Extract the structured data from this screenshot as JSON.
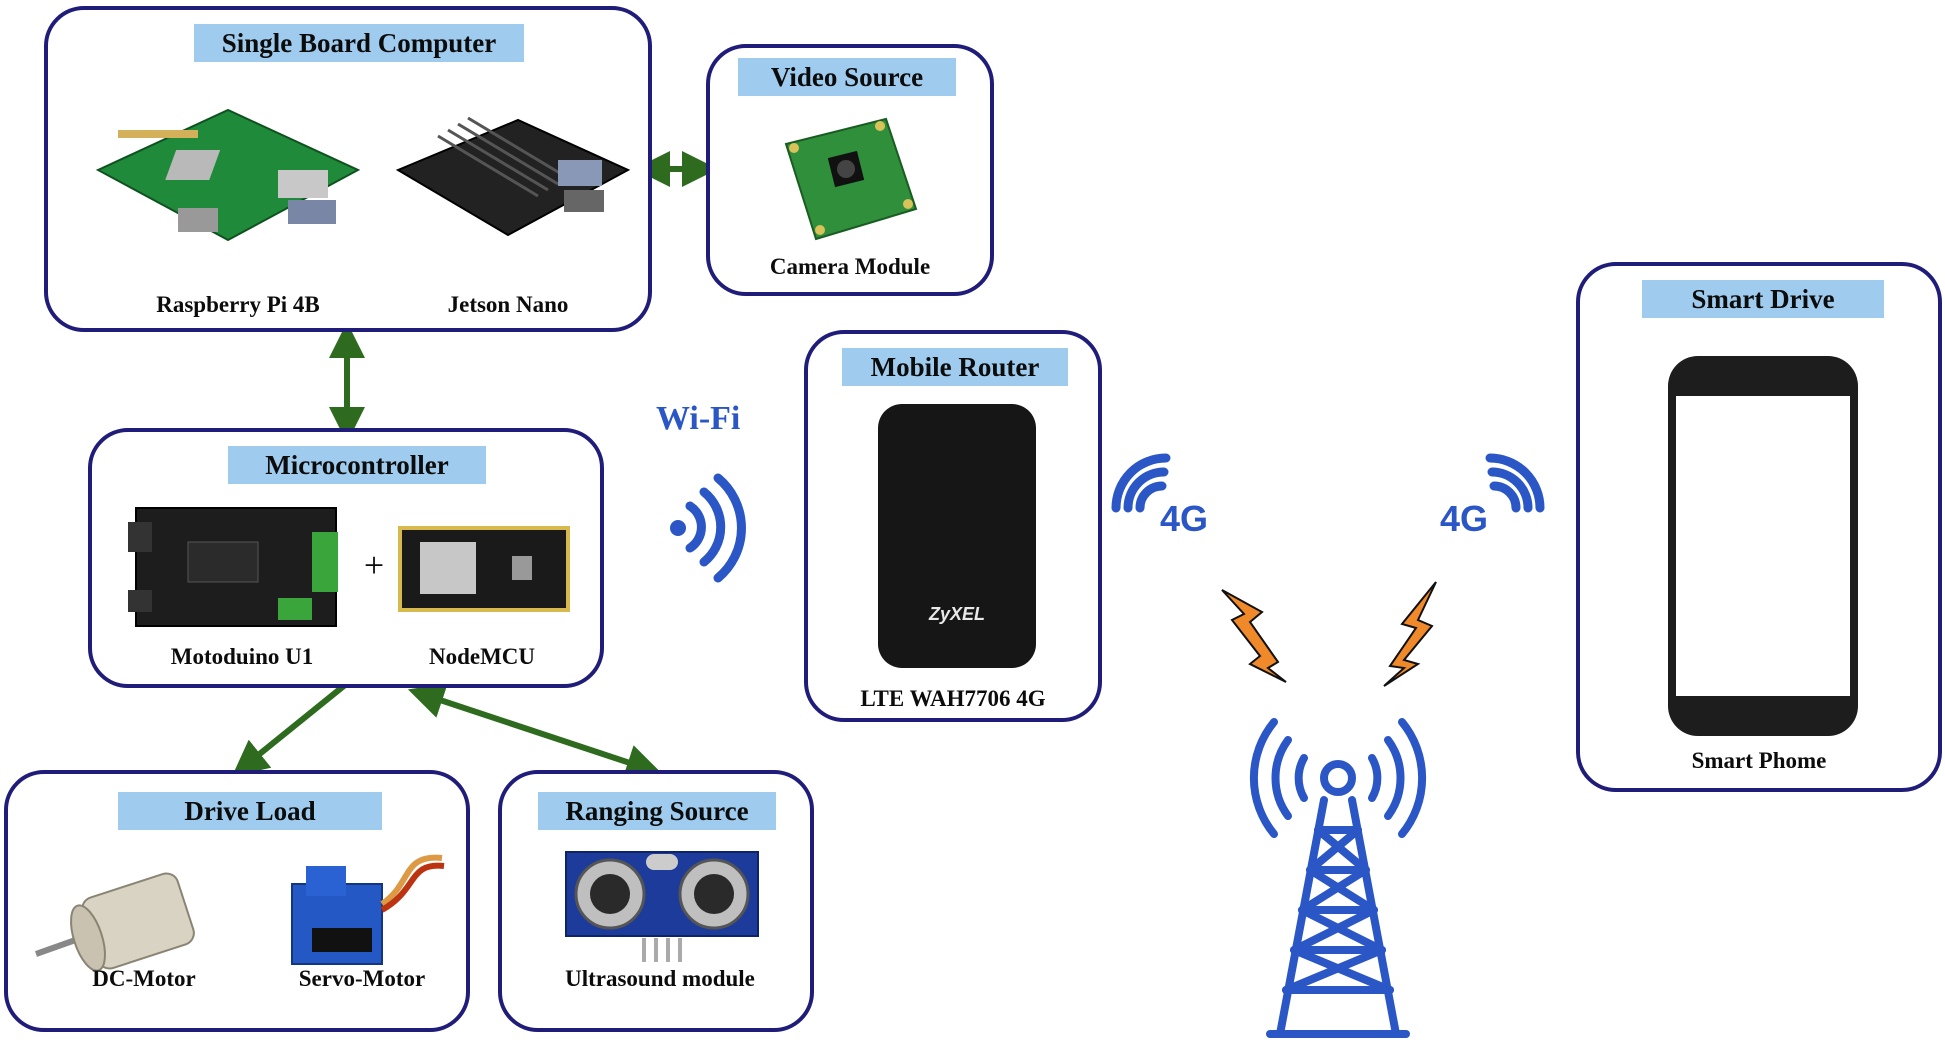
{
  "colors": {
    "box_border": "#1f1c7a",
    "title_fill": "#9fcbee",
    "arrow_green": "#2e6b1f",
    "signal_blue": "#2a56c6",
    "bolt_orange": "#f0892a"
  },
  "single_board_computer": {
    "title": "Single Board Computer",
    "items": [
      "Raspberry Pi 4B",
      "Jetson Nano"
    ]
  },
  "video_source": {
    "title": "Video Source",
    "items": [
      "Camera Module"
    ]
  },
  "microcontroller": {
    "title": "Microcontroller",
    "items": [
      "Motoduino U1",
      "NodeMCU"
    ],
    "plus": "+"
  },
  "drive_load": {
    "title": "Drive Load",
    "items": [
      "DC-Motor",
      "Servo-Motor"
    ]
  },
  "ranging_source": {
    "title": "Ranging Source",
    "items": [
      "Ultrasound module"
    ]
  },
  "mobile_router": {
    "title": "Mobile Router",
    "items": [
      "LTE WAH7706 4G"
    ],
    "device_brand": "ZyXEL"
  },
  "smart_drive": {
    "title": "Smart Drive",
    "items": [
      "Smart Phome"
    ]
  },
  "wireless": {
    "wifi_label": "Wi-Fi",
    "lte_label_left": "4G",
    "lte_label_right": "4G"
  },
  "icons": [
    "wifi-icon",
    "4g-signal-icon",
    "lightning-icon",
    "cell-tower-icon"
  ]
}
